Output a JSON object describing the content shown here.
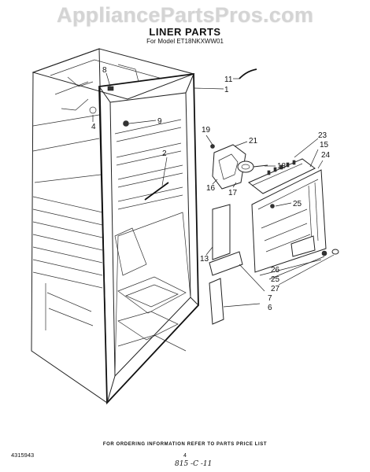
{
  "header": {
    "watermark": "AppliancePartsPros.com",
    "title": "LINER PARTS",
    "subtitle": "For Model ET18NKXWW01"
  },
  "callouts": [
    "1",
    "2",
    "4",
    "6",
    "7",
    "8",
    "9",
    "11",
    "13",
    "15",
    "16",
    "17",
    "18",
    "19",
    "21",
    "23",
    "24",
    "25",
    "25",
    "26",
    "27"
  ],
  "footer": {
    "ordering_note": "FOR ORDERING INFORMATION REFER TO PARTS PRICE LIST",
    "document_number": "4315943",
    "page_number": "4",
    "handwritten_note": "815 -C -11"
  }
}
